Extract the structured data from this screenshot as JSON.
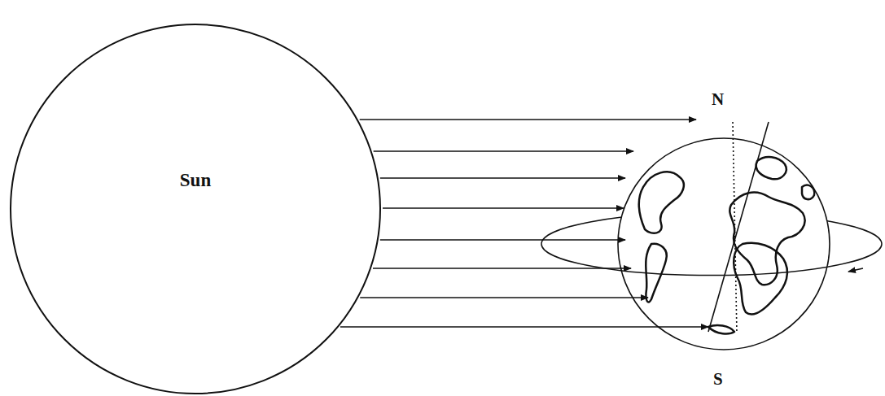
{
  "diagram": {
    "nodes": [
      {
        "text": [
          "Sun"
        ]
      }
    ],
    "labels": [
      "N",
      "S"
    ]
  }
}
